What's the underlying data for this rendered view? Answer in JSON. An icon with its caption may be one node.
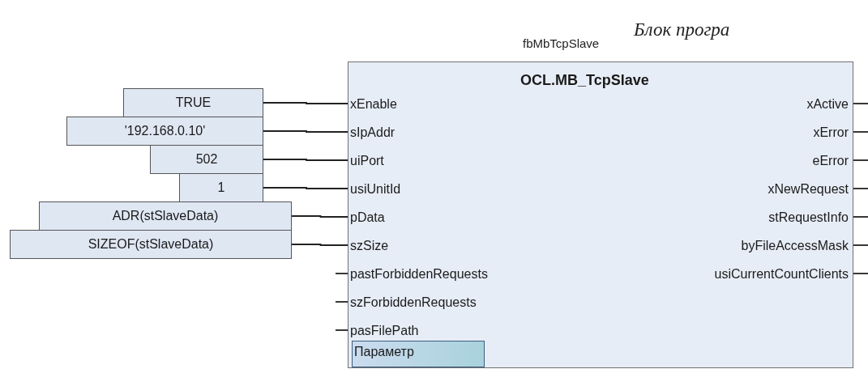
{
  "diagram": {
    "nodes": [
      {
        "text": [
          "OCL.MB_TcpSlave"
        ],
        "beside": [
          "fbMbTcpSlave"
        ]
      },
      {
        "text": [
          "TRUE"
        ]
      },
      {
        "text": [
          "'192.168.0.10'"
        ]
      },
      {
        "text": [
          "502"
        ]
      },
      {
        "text": [
          "1"
        ]
      },
      {
        "text": [
          "ADR(stSlaveData)"
        ]
      },
      {
        "text": [
          "SIZEOF(stSlaveData)"
        ]
      },
      {
        "text": [
          "xEnable"
        ],
        "in": 0
      },
      {
        "text": [
          "sIpAddr"
        ],
        "in": 0
      },
      {
        "text": [
          "uiPort"
        ],
        "in": 0
      },
      {
        "text": [
          "usiUnitId"
        ],
        "in": 0
      },
      {
        "text": [
          "pData"
        ],
        "in": 0
      },
      {
        "text": [
          "szSize"
        ],
        "in": 0
      },
      {
        "text": [
          "pastForbiddenRequests"
        ],
        "in": 0
      },
      {
        "text": [
          "szForbiddenRequests"
        ],
        "in": 0
      },
      {
        "text": [
          "pasFilePath"
        ],
        "in": 0
      },
      {
        "text": [
          "xActive"
        ],
        "in": 0
      },
      {
        "text": [
          "xError"
        ],
        "in": 0
      },
      {
        "text": [
          "eError"
        ],
        "in": 0
      },
      {
        "text": [
          "xNewRequest"
        ],
        "in": 0
      },
      {
        "text": [
          "stRequestInfo"
        ],
        "in": 0
      },
      {
        "text": [
          "byFileAccessMask"
        ],
        "in": 0
      },
      {
        "text": [
          "usiCurrentCountClients"
        ],
        "in": 0
      },
      {
        "text": [
          "Параметр"
        ],
        "in": 0
      }
    ],
    "edges": [
      {
        "from": 1,
        "to": 7,
        "arrow": "none"
      },
      {
        "from": 2,
        "to": 8,
        "arrow": "none"
      },
      {
        "from": 3,
        "to": 9,
        "arrow": "none"
      },
      {
        "from": 4,
        "to": 10,
        "arrow": "none"
      },
      {
        "from": 5,
        "to": 11,
        "arrow": "none"
      },
      {
        "from": 6,
        "to": 12,
        "arrow": "none"
      },
      {
        "from": null,
        "to": 13,
        "arrow": "none"
      },
      {
        "from": null,
        "to": 14,
        "arrow": "none"
      },
      {
        "from": null,
        "to": 15,
        "arrow": "none"
      },
      {
        "from": 16,
        "to": null,
        "arrow": "none"
      },
      {
        "from": 17,
        "to": null,
        "arrow": "none"
      },
      {
        "from": 18,
        "to": null,
        "arrow": "none"
      },
      {
        "from": 19,
        "to": null,
        "arrow": "none"
      },
      {
        "from": 20,
        "to": null,
        "arrow": "none"
      },
      {
        "from": 21,
        "to": null,
        "arrow": "none"
      },
      {
        "from": 22,
        "to": null,
        "arrow": "none"
      }
    ],
    "labels": [
      "Блок програ"
    ]
  }
}
